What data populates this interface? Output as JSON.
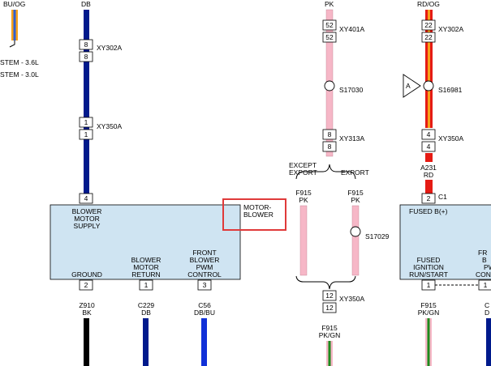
{
  "top_wires": {
    "bu_og": "BU/OG",
    "db": "DB",
    "pk": "PK",
    "rd_og": "RD/OG"
  },
  "left_notes": {
    "line1": "STEM - 3.6L",
    "line2": "STEM - 3.0L"
  },
  "connectors": {
    "db_xy302a": {
      "pin_top": "8",
      "pin_bottom": "8",
      "name": "XY302A"
    },
    "db_xy350a": {
      "pin_top": "1",
      "pin_bottom": "1",
      "name": "XY350A"
    },
    "db_module_pin": "4",
    "pk_xy401a": {
      "pin_top": "52",
      "pin_bottom": "52",
      "name": "XY401A"
    },
    "pk_xy313a": {
      "pin_top": "8",
      "pin_bottom": "8",
      "name": "XY313A"
    },
    "rd_xy302a": {
      "pin_top": "22",
      "pin_bottom": "22",
      "name": "XY302A"
    },
    "rd_xy350a": {
      "pin_top": "4",
      "pin_bottom": "4",
      "name": "XY350A"
    },
    "c1": {
      "pin": "2",
      "name": "C1"
    },
    "bottom_xy350a": {
      "pin_top": "12",
      "pin_bottom": "12",
      "name": "XY350A"
    },
    "ground_pin": "2",
    "return_pin": "1",
    "pwm_pin": "3",
    "fused_run_pin": "1",
    "right_pin": "1"
  },
  "splices": {
    "s17030": "S17030",
    "s16981": "S16981",
    "s17029": "S17029",
    "ref_a": "A"
  },
  "pk_branch": {
    "except_export_1": "EXCEPT",
    "except_export_2": "EXPORT",
    "export": "EXPORT"
  },
  "wire_labels": {
    "a231": "A231",
    "rd": "RD",
    "f915_left": "F915",
    "pk_left": "PK",
    "f915_right": "F915",
    "pk_right": "PK",
    "f915_bottom": "F915",
    "pk_gn_bottom": "PK/GN",
    "z910": "Z910",
    "bk": "BK",
    "c229": "C229",
    "db_return": "DB",
    "c56": "C56",
    "db_bu": "DB/BU",
    "f915_right_bottom": "F915",
    "pk_gn_right": "PK/GN",
    "c_right": "C",
    "d_right": "D"
  },
  "blower_module": {
    "supply_1": "BLOWER",
    "supply_2": "MOTOR",
    "supply_3": "SUPPLY",
    "ground": "GROUND",
    "return_1": "BLOWER",
    "return_2": "MOTOR",
    "return_3": "RETURN",
    "pwm_1": "FRONT",
    "pwm_2": "BLOWER",
    "pwm_3": "PWM",
    "pwm_4": "CONTROL",
    "name_1": "MOTOR-",
    "name_2": "BLOWER"
  },
  "right_module": {
    "fused_b": "FUSED B(+)",
    "run_1": "FUSED",
    "run_2": "IGNITION",
    "run_3": "RUN/START",
    "cut_1": "FR",
    "cut_2": "B",
    "cut_3": "PW",
    "cut_4": "CON"
  },
  "colors": {
    "module_fill": "#cfe4f2",
    "db": "#001a8c",
    "db_bu": "#1030d8",
    "pk": "#f6b7c7",
    "rd": "#e51b14",
    "og": "#f7a21b",
    "gn": "#1d8a1d",
    "bk": "#000000",
    "highlight": "#e03a3a"
  }
}
